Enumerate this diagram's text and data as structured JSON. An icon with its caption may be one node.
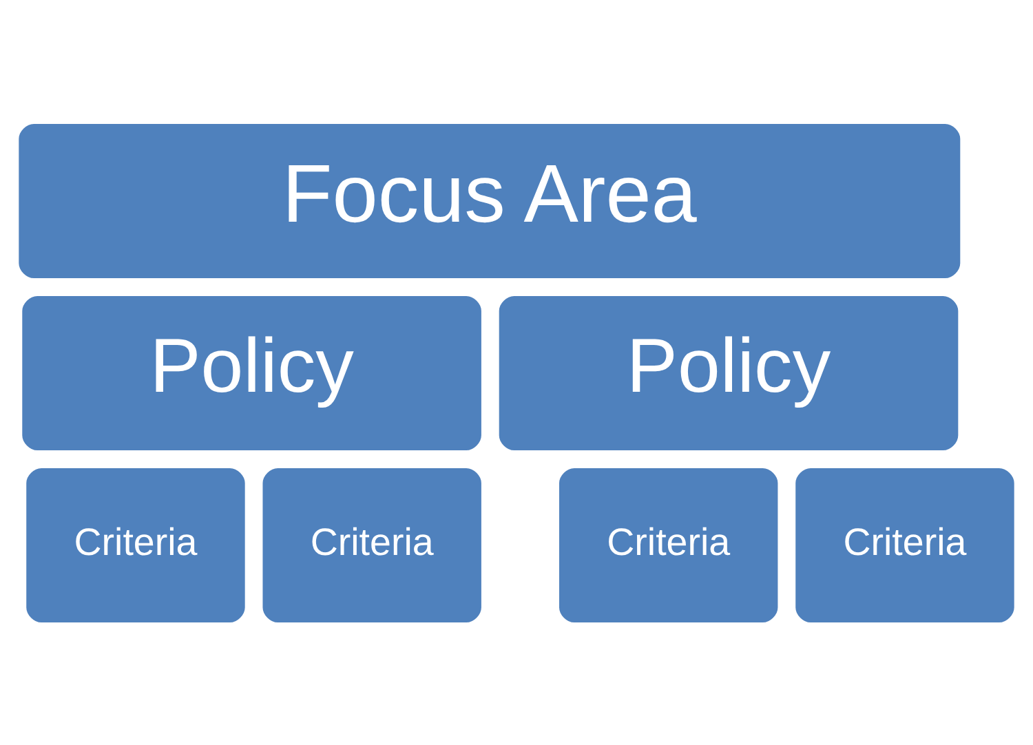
{
  "diagram": {
    "nodes": [
      {
        "text": [
          "Focus Area"
        ]
      },
      {
        "text": [
          "Policy"
        ]
      },
      {
        "text": [
          "Policy"
        ]
      },
      {
        "text": [
          "Criteria"
        ]
      },
      {
        "text": [
          "Criteria"
        ]
      },
      {
        "text": [
          "Criteria"
        ]
      },
      {
        "text": [
          "Criteria"
        ]
      }
    ]
  }
}
